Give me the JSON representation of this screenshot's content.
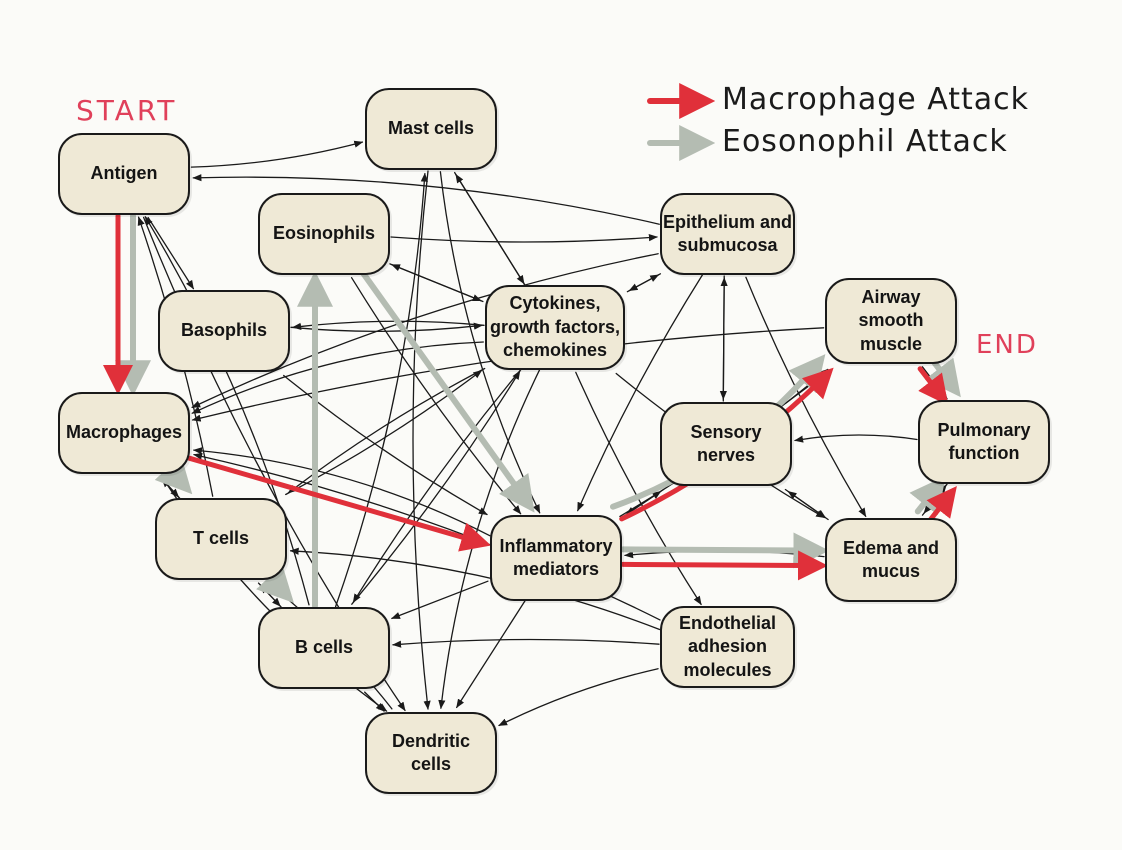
{
  "annotations": {
    "start": "START",
    "end": "END"
  },
  "legend": {
    "macrophage": {
      "label": "Macrophage Attack",
      "color": "#e0303a"
    },
    "eosinophil": {
      "label": "Eosonophil Attack",
      "color": "#b4bcb2"
    }
  },
  "colors": {
    "node_fill": "#efe9d6",
    "node_border": "#1a1a1a",
    "edge": "#1a1a1a"
  },
  "nodes": {
    "antigen": "Antigen",
    "mast_cells": "Mast cells",
    "eosinophils": "Eosinophils",
    "epithelium": "Epithelium and\nsubmucosa",
    "basophils": "Basophils",
    "cytokines": "Cytokines,\ngrowth factors,\nchemokines",
    "airway": "Airway\nsmooth\nmuscle",
    "macrophages": "Macrophages",
    "sensory": "Sensory\nnerves",
    "pulmonary": "Pulmonary\nfunction",
    "tcells": "T cells",
    "inflammatory": "Inflammatory\nmediators",
    "edema": "Edema and\nmucus",
    "bcells": "B cells",
    "endothelial": "Endothelial\nadhesion\nmolecules",
    "dendritic": "Dendritic\ncells"
  },
  "connections": [
    [
      "antigen",
      "mast_cells"
    ],
    [
      "antigen",
      "basophils"
    ],
    [
      "antigen",
      "dendritic"
    ],
    [
      "epithelium",
      "antigen"
    ],
    [
      "tcells",
      "antigen"
    ],
    [
      "bcells",
      "antigen"
    ],
    [
      "mast_cells",
      "cytokines"
    ],
    [
      "mast_cells",
      "inflammatory"
    ],
    [
      "mast_cells",
      "dendritic"
    ],
    [
      "cytokines",
      "mast_cells"
    ],
    [
      "bcells",
      "mast_cells"
    ],
    [
      "eosinophils",
      "epithelium"
    ],
    [
      "eosinophils",
      "cytokines"
    ],
    [
      "cytokines",
      "eosinophils"
    ],
    [
      "eosinophils",
      "inflammatory"
    ],
    [
      "cytokines",
      "basophils"
    ],
    [
      "basophils",
      "cytokines"
    ],
    [
      "basophils",
      "inflammatory"
    ],
    [
      "cytokines",
      "epithelium"
    ],
    [
      "epithelium",
      "cytokines"
    ],
    [
      "cytokines",
      "macrophages"
    ],
    [
      "cytokines",
      "tcells"
    ],
    [
      "cytokines",
      "bcells"
    ],
    [
      "cytokines",
      "dendritic"
    ],
    [
      "cytokines",
      "endothelial"
    ],
    [
      "epithelium",
      "macrophages"
    ],
    [
      "epithelium",
      "sensory"
    ],
    [
      "sensory",
      "epithelium"
    ],
    [
      "epithelium",
      "edema"
    ],
    [
      "epithelium",
      "inflammatory"
    ],
    [
      "tcells",
      "cytokines"
    ],
    [
      "macrophages",
      "tcells"
    ],
    [
      "tcells",
      "macrophages"
    ],
    [
      "macrophages",
      "dendritic"
    ],
    [
      "tcells",
      "bcells"
    ],
    [
      "bcells",
      "tcells"
    ],
    [
      "bcells",
      "dendritic"
    ],
    [
      "bcells",
      "cytokines"
    ],
    [
      "inflammatory",
      "macrophages"
    ],
    [
      "inflammatory",
      "sensory"
    ],
    [
      "inflammatory",
      "dendritic"
    ],
    [
      "inflammatory",
      "airway"
    ],
    [
      "inflammatory",
      "bcells"
    ],
    [
      "sensory",
      "airway"
    ],
    [
      "sensory",
      "inflammatory"
    ],
    [
      "sensory",
      "edema"
    ],
    [
      "edema",
      "sensory"
    ],
    [
      "pulmonary",
      "sensory"
    ],
    [
      "pulmonary",
      "edema"
    ],
    [
      "edema",
      "pulmonary"
    ],
    [
      "edema",
      "inflammatory"
    ],
    [
      "airway",
      "macrophages"
    ],
    [
      "airway",
      "pulmonary"
    ],
    [
      "endothelial",
      "macrophages"
    ],
    [
      "endothelial",
      "tcells"
    ],
    [
      "endothelial",
      "bcells"
    ],
    [
      "endothelial",
      "dendritic"
    ],
    [
      "cytokines",
      "edema"
    ],
    [
      "dendritic",
      "tcells"
    ]
  ],
  "macrophage_path": [
    [
      "antigen",
      "macrophages"
    ],
    [
      "macrophages",
      "inflammatory"
    ],
    [
      "inflammatory",
      "edema"
    ],
    [
      "inflammatory",
      "airway"
    ],
    [
      "edema",
      "pulmonary"
    ],
    [
      "airway",
      "pulmonary"
    ]
  ],
  "eosinophil_path": [
    [
      "antigen",
      "macrophages"
    ],
    [
      "macrophages",
      "tcells"
    ],
    [
      "tcells",
      "bcells"
    ],
    [
      "bcells",
      "eosinophils"
    ],
    [
      "eosinophils",
      "inflammatory"
    ],
    [
      "inflammatory",
      "edema"
    ],
    [
      "inflammatory",
      "airway"
    ],
    [
      "edema",
      "pulmonary"
    ],
    [
      "airway",
      "pulmonary"
    ]
  ]
}
